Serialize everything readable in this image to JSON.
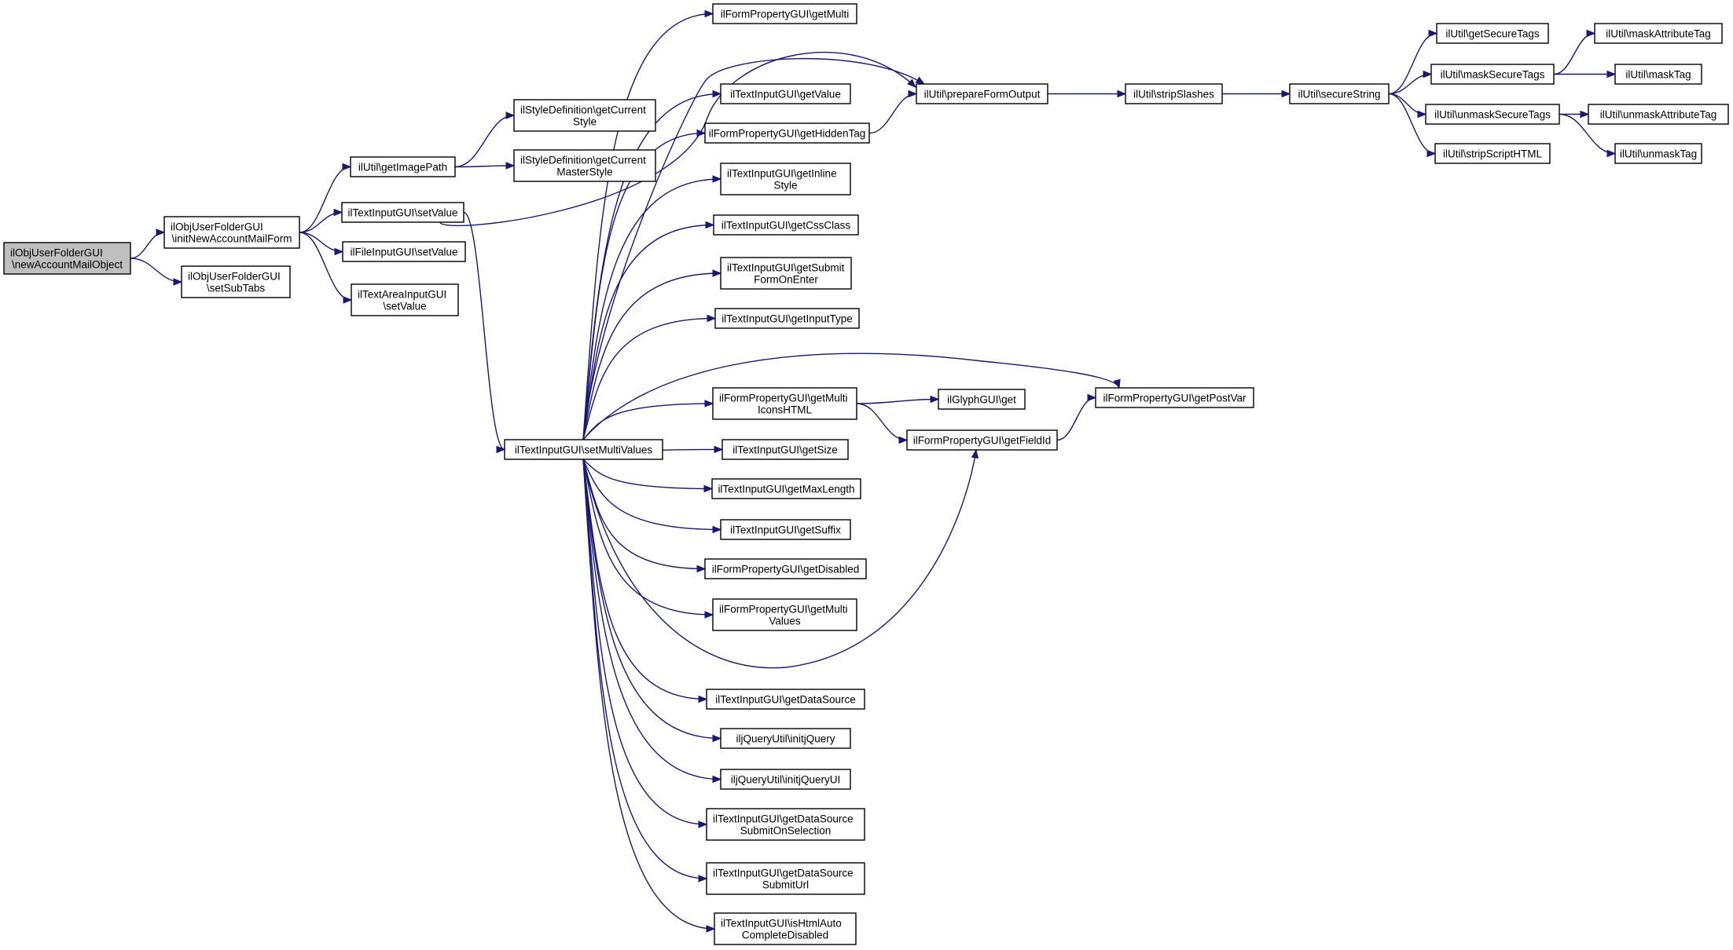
{
  "diagram": {
    "type": "call-graph",
    "colors": {
      "edge": "#191970",
      "node_border": "#000000",
      "root_fill": "#bfbfbf",
      "node_fill": "#ffffff"
    },
    "nodes": [
      {
        "id": "newAccountMailObject",
        "lines": [
          "ilObjUserFolderGUI",
          "\\newAccountMailObject"
        ],
        "root": true
      },
      {
        "id": "initNewAccountMailForm",
        "lines": [
          "ilObjUserFolderGUI",
          "\\initNewAccountMailForm"
        ]
      },
      {
        "id": "setSubTabs",
        "lines": [
          "ilObjUserFolderGUI",
          "\\setSubTabs"
        ]
      },
      {
        "id": "getImagePath",
        "lines": [
          "ilUtil\\getImagePath"
        ]
      },
      {
        "id": "ti_setValue",
        "lines": [
          "ilTextInputGUI\\setValue"
        ]
      },
      {
        "id": "fi_setValue",
        "lines": [
          "ilFileInputGUI\\setValue"
        ]
      },
      {
        "id": "ta_setValue",
        "lines": [
          "ilTextAreaInputGUI",
          "\\setValue"
        ]
      },
      {
        "id": "getCurrentStyle",
        "lines": [
          "ilStyleDefinition\\getCurrent",
          "Style"
        ]
      },
      {
        "id": "getCurrentMasterStyle",
        "lines": [
          "ilStyleDefinition\\getCurrent",
          "MasterStyle"
        ]
      },
      {
        "id": "setMultiValues",
        "lines": [
          "ilTextInputGUI\\setMultiValues"
        ]
      },
      {
        "id": "getMulti",
        "lines": [
          "ilFormPropertyGUI\\getMulti"
        ]
      },
      {
        "id": "getValue",
        "lines": [
          "ilTextInputGUI\\getValue"
        ]
      },
      {
        "id": "getHiddenTag",
        "lines": [
          "ilFormPropertyGUI\\getHiddenTag"
        ]
      },
      {
        "id": "getInlineStyle",
        "lines": [
          "ilTextInputGUI\\getInline",
          "Style"
        ]
      },
      {
        "id": "getCssClass",
        "lines": [
          "ilTextInputGUI\\getCssClass"
        ]
      },
      {
        "id": "getSubmitFormOnEnter",
        "lines": [
          "ilTextInputGUI\\getSubmit",
          "FormOnEnter"
        ]
      },
      {
        "id": "getInputType",
        "lines": [
          "ilTextInputGUI\\getInputType"
        ]
      },
      {
        "id": "getMultiIconsHTML",
        "lines": [
          "ilFormPropertyGUI\\getMulti",
          "IconsHTML"
        ]
      },
      {
        "id": "getSize",
        "lines": [
          "ilTextInputGUI\\getSize"
        ]
      },
      {
        "id": "getMaxLength",
        "lines": [
          "ilTextInputGUI\\getMaxLength"
        ]
      },
      {
        "id": "getSuffix",
        "lines": [
          "ilTextInputGUI\\getSuffix"
        ]
      },
      {
        "id": "getDisabled",
        "lines": [
          "ilFormPropertyGUI\\getDisabled"
        ]
      },
      {
        "id": "getMultiValues",
        "lines": [
          "ilFormPropertyGUI\\getMulti",
          "Values"
        ]
      },
      {
        "id": "getDataSource",
        "lines": [
          "ilTextInputGUI\\getDataSource"
        ]
      },
      {
        "id": "initjQuery",
        "lines": [
          "iljQueryUtil\\initjQuery"
        ]
      },
      {
        "id": "initjQueryUI",
        "lines": [
          "iljQueryUtil\\initjQueryUI"
        ]
      },
      {
        "id": "getDataSourceSubmitOnSelection",
        "lines": [
          "ilTextInputGUI\\getDataSource",
          "SubmitOnSelection"
        ]
      },
      {
        "id": "getDataSourceSubmitUrl",
        "lines": [
          "ilTextInputGUI\\getDataSource",
          "SubmitUrl"
        ]
      },
      {
        "id": "isHtmlAutoCompleteDisabled",
        "lines": [
          "ilTextInputGUI\\isHtmlAuto",
          "CompleteDisabled"
        ]
      },
      {
        "id": "prepareFormOutput",
        "lines": [
          "ilUtil\\prepareFormOutput"
        ]
      },
      {
        "id": "getGlyph",
        "lines": [
          "ilGlyphGUI\\get"
        ]
      },
      {
        "id": "getFieldId",
        "lines": [
          "ilFormPropertyGUI\\getFieldId"
        ]
      },
      {
        "id": "stripSlashes",
        "lines": [
          "ilUtil\\stripSlashes"
        ]
      },
      {
        "id": "getPostVar",
        "lines": [
          "ilFormPropertyGUI\\getPostVar"
        ]
      },
      {
        "id": "secureString",
        "lines": [
          "ilUtil\\secureString"
        ]
      },
      {
        "id": "getSecureTags",
        "lines": [
          "ilUtil\\getSecureTags"
        ]
      },
      {
        "id": "maskSecureTags",
        "lines": [
          "ilUtil\\maskSecureTags"
        ]
      },
      {
        "id": "unmaskSecureTags",
        "lines": [
          "ilUtil\\unmaskSecureTags"
        ]
      },
      {
        "id": "stripScriptHTML",
        "lines": [
          "ilUtil\\stripScriptHTML"
        ]
      },
      {
        "id": "maskAttributeTag",
        "lines": [
          "ilUtil\\maskAttributeTag"
        ]
      },
      {
        "id": "maskTag",
        "lines": [
          "ilUtil\\maskTag"
        ]
      },
      {
        "id": "unmaskAttributeTag",
        "lines": [
          "ilUtil\\unmaskAttributeTag"
        ]
      },
      {
        "id": "unmaskTag",
        "lines": [
          "ilUtil\\unmaskTag"
        ]
      }
    ],
    "edges": [
      [
        "newAccountMailObject",
        "initNewAccountMailForm"
      ],
      [
        "newAccountMailObject",
        "setSubTabs"
      ],
      [
        "initNewAccountMailForm",
        "getImagePath"
      ],
      [
        "initNewAccountMailForm",
        "ti_setValue"
      ],
      [
        "initNewAccountMailForm",
        "fi_setValue"
      ],
      [
        "initNewAccountMailForm",
        "ta_setValue"
      ],
      [
        "getImagePath",
        "getCurrentStyle"
      ],
      [
        "getImagePath",
        "getCurrentMasterStyle"
      ],
      [
        "ti_setValue",
        "prepareFormOutput"
      ],
      [
        "ti_setValue",
        "setMultiValues"
      ],
      [
        "setMultiValues",
        "getMulti"
      ],
      [
        "setMultiValues",
        "getValue"
      ],
      [
        "setMultiValues",
        "getHiddenTag"
      ],
      [
        "setMultiValues",
        "getInlineStyle"
      ],
      [
        "setMultiValues",
        "getCssClass"
      ],
      [
        "setMultiValues",
        "getSubmitFormOnEnter"
      ],
      [
        "setMultiValues",
        "getInputType"
      ],
      [
        "setMultiValues",
        "getPostVar"
      ],
      [
        "setMultiValues",
        "getMultiIconsHTML"
      ],
      [
        "setMultiValues",
        "getSize"
      ],
      [
        "setMultiValues",
        "getMaxLength"
      ],
      [
        "setMultiValues",
        "getSuffix"
      ],
      [
        "setMultiValues",
        "getDisabled"
      ],
      [
        "setMultiValues",
        "getMultiValues"
      ],
      [
        "setMultiValues",
        "getFieldId"
      ],
      [
        "setMultiValues",
        "getDataSource"
      ],
      [
        "setMultiValues",
        "initjQuery"
      ],
      [
        "setMultiValues",
        "initjQueryUI"
      ],
      [
        "setMultiValues",
        "getDataSourceSubmitOnSelection"
      ],
      [
        "setMultiValues",
        "getDataSourceSubmitUrl"
      ],
      [
        "setMultiValues",
        "isHtmlAutoCompleteDisabled"
      ],
      [
        "setMultiValues",
        "prepareFormOutput"
      ],
      [
        "getHiddenTag",
        "prepareFormOutput"
      ],
      [
        "getMultiIconsHTML",
        "getGlyph"
      ],
      [
        "getMultiIconsHTML",
        "getFieldId"
      ],
      [
        "getFieldId",
        "getPostVar"
      ],
      [
        "prepareFormOutput",
        "stripSlashes"
      ],
      [
        "stripSlashes",
        "secureString"
      ],
      [
        "secureString",
        "getSecureTags"
      ],
      [
        "secureString",
        "maskSecureTags"
      ],
      [
        "secureString",
        "unmaskSecureTags"
      ],
      [
        "secureString",
        "stripScriptHTML"
      ],
      [
        "maskSecureTags",
        "maskAttributeTag"
      ],
      [
        "maskSecureTags",
        "maskTag"
      ],
      [
        "unmaskSecureTags",
        "unmaskAttributeTag"
      ],
      [
        "unmaskSecureTags",
        "unmaskTag"
      ]
    ]
  }
}
